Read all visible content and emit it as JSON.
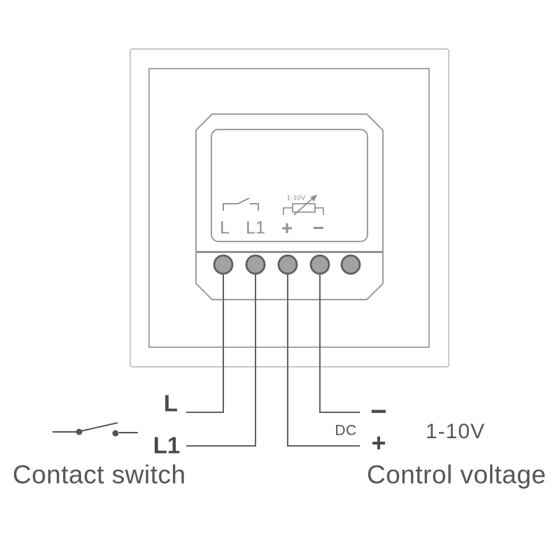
{
  "diagram": {
    "type": "wiring-diagram",
    "subject": "flush-mount 1-10V dimmer module in wall frame"
  },
  "module": {
    "face_labels": {
      "l": "L",
      "l1": "L1",
      "plus": "+",
      "minus": "−"
    },
    "pot_label": "1-10V",
    "symbols": [
      "open-switch",
      "variable-resistor-with-arrow"
    ],
    "terminal_count": 5,
    "wired_terminals": [
      "L",
      "L1",
      "+",
      "−"
    ]
  },
  "wiring_labels": {
    "l": "L",
    "l1": "L1",
    "minus": "−",
    "plus": "+",
    "dc": "DC",
    "range": "1-10V"
  },
  "captions": {
    "left": "Contact switch",
    "right": "Control voltage"
  },
  "colors": {
    "background": "#ffffff",
    "outer_frame": "#b3b3b3",
    "inner_frame": "#9c9c9c",
    "module_outline": "#9c9c9c",
    "separator": "#7d7d7d",
    "terminal_fill": "#a2a2a2",
    "terminal_stroke": "#5f5f5f",
    "wire": "#606060",
    "face_symbol": "#8a8a8a",
    "face_label": "#8f8f8f",
    "bold_label": "#4a4a4a",
    "caption_text": "#565656"
  }
}
